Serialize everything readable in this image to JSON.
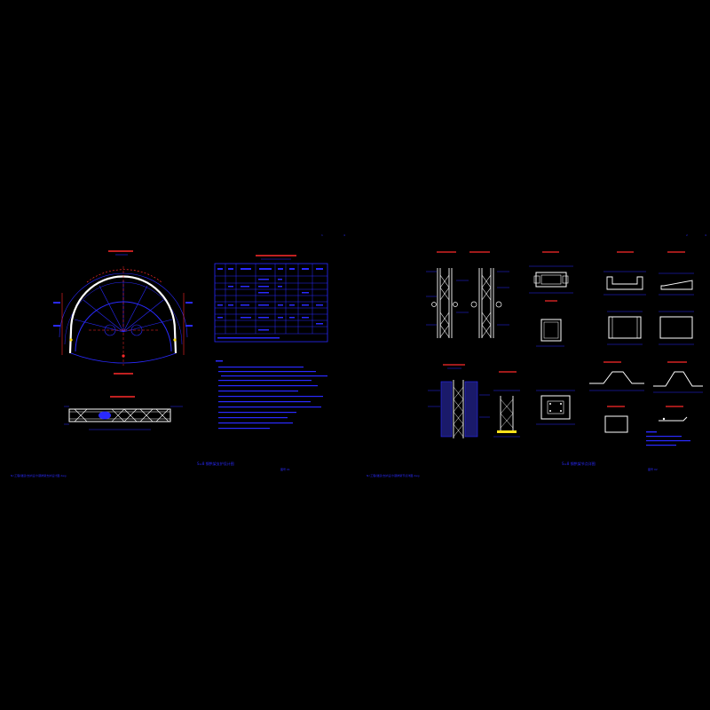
{
  "colors": {
    "background": "#000000",
    "line_blue": "#2a2aff",
    "line_cyan": "#2fd3ff",
    "line_white": "#ffffff",
    "line_red": "#ff2a2a",
    "line_yellow": "#ffe11a",
    "line_green": "#3cff5a"
  },
  "icons": {
    "tunnel_section": "tunnel-arch-drawing",
    "steel_arch_truss": "lattice-truss-drawing",
    "material_table": "table-grid-drawing",
    "detail_sheet": "cad-detail-drawings"
  },
  "sheet1": {
    "corner_mark_a": "1",
    "corner_mark_b": "4",
    "footer_title": "S=8 钢拱架支护设计图",
    "footer_sheet": "图号 01",
    "footer_path": "N:\\工程\\隧道\\支护设计\\钢拱架支护设计图.dwg"
  },
  "sheet2": {
    "corner_mark_a": "2",
    "corner_mark_b": "4",
    "footer_title": "S=8 钢拱架节点详图",
    "footer_sheet": "图号 02",
    "footer_path": "N:\\工程\\隧道\\支护设计\\钢拱架节点详图.dwg"
  }
}
